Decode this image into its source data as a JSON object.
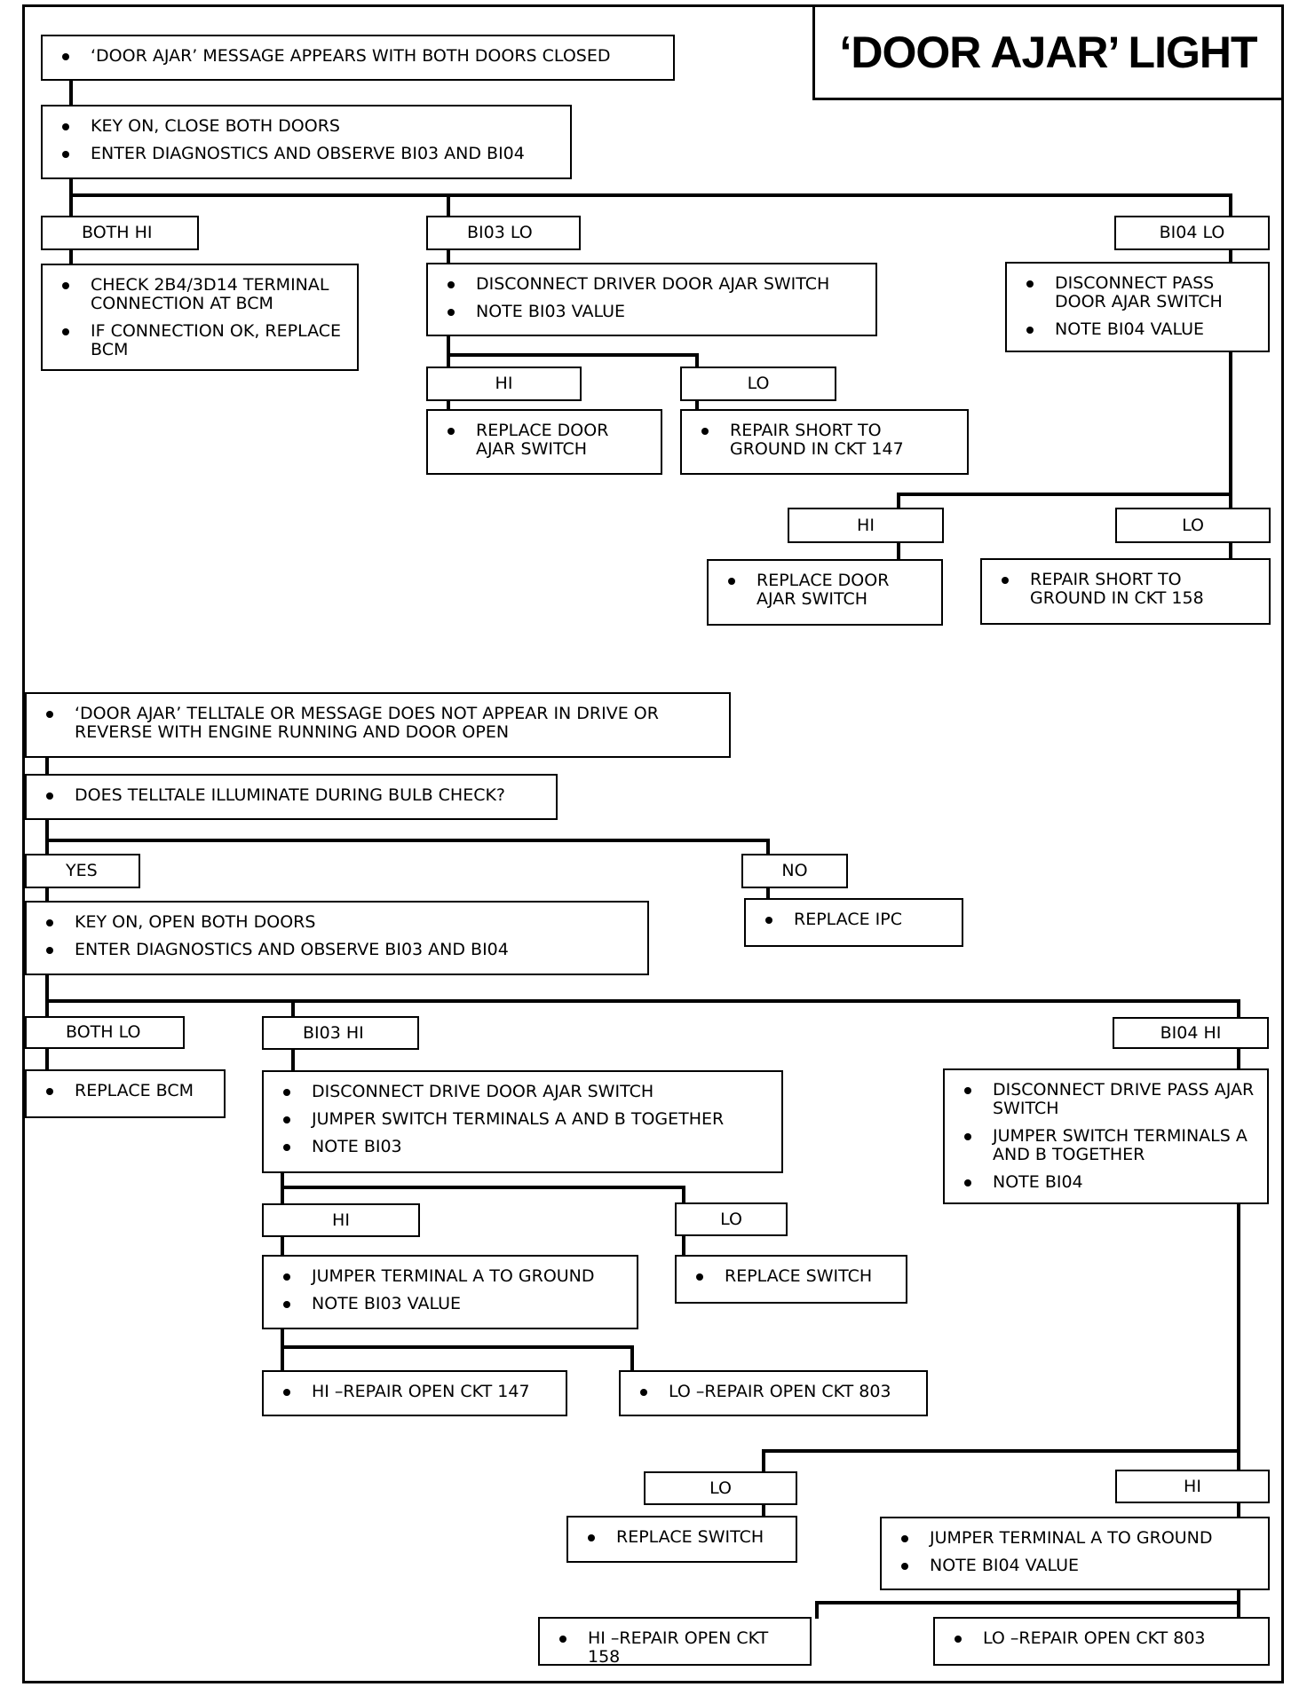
{
  "title": "‘DOOR AJAR’ LIGHT",
  "nodes": {
    "n1": [
      "‘DOOR AJAR’ MESSAGE APPEARS WITH BOTH DOORS CLOSED"
    ],
    "n2": [
      "KEY ON, CLOSE BOTH DOORS",
      "ENTER DIAGNOSTICS AND OBSERVE BI03 AND BI04"
    ],
    "l_both_hi": "BOTH HI",
    "l_bi03_lo": "BI03 LO",
    "l_bi04_lo": "BI04 LO",
    "n3": [
      "CHECK 2B4/3D14 TERMINAL CONNECTION AT BCM",
      "IF CONNECTION OK, REPLACE BCM"
    ],
    "n4": [
      "DISCONNECT DRIVER DOOR AJAR SWITCH",
      "NOTE BI03 VALUE"
    ],
    "n5": [
      "DISCONNECT PASS DOOR AJAR SWITCH",
      "NOTE  BI04 VALUE"
    ],
    "l_hi_1": "HI",
    "l_lo_1": "LO",
    "n6": [
      "REPLACE DOOR AJAR SWITCH"
    ],
    "n7": [
      "REPAIR SHORT TO GROUND IN CKT 147"
    ],
    "l_hi_2": "HI",
    "l_lo_2": "LO",
    "n8": [
      "REPLACE DOOR AJAR SWITCH"
    ],
    "n9": [
      "REPAIR SHORT TO GROUND IN CKT 158"
    ],
    "n10": [
      "‘DOOR AJAR’ TELLTALE OR MESSAGE DOES NOT APPEAR IN DRIVE OR REVERSE WITH ENGINE RUNNING AND DOOR OPEN"
    ],
    "n11": [
      "DOES TELLTALE ILLUMINATE DURING BULB CHECK?"
    ],
    "l_yes": "YES",
    "l_no": "NO",
    "n12": [
      "KEY ON, OPEN BOTH DOORS",
      "ENTER DIAGNOSTICS AND OBSERVE BI03 AND BI04"
    ],
    "n13": [
      "REPLACE  IPC"
    ],
    "l_both_lo": "BOTH LO",
    "l_bi03_hi": "BI03 HI",
    "l_bi04_hi": "BI04 HI",
    "n14": [
      "REPLACE BCM"
    ],
    "n15": [
      "DISCONNECT DRIVE DOOR AJAR SWITCH",
      "JUMPER SWITCH TERMINALS A AND B TOGETHER",
      "NOTE  BI03"
    ],
    "n16": [
      "DISCONNECT DRIVE PASS AJAR SWITCH",
      "JUMPER SWITCH TERMINALS A AND B TOGETHER",
      "NOTE  BI04"
    ],
    "l_hi_3": "HI",
    "l_lo_3": "LO",
    "n17": [
      "JUMPER TERMINAL A TO GROUND",
      "NOTE BI03 VALUE"
    ],
    "n18": [
      "REPLACE SWITCH"
    ],
    "n19": [
      "HI –REPAIR OPEN CKT 147"
    ],
    "n20": [
      "LO –REPAIR OPEN CKT 803"
    ],
    "l_lo_4": "LO",
    "l_hi_4": "HI",
    "n21": [
      "REPLACE SWITCH"
    ],
    "n22": [
      "JUMPER  TERMINAL A TO GROUND",
      "NOTE BI04 VALUE"
    ],
    "n23": [
      "HI –REPAIR OPEN CKT 158"
    ],
    "n24": [
      "LO –REPAIR OPEN CKT 803"
    ]
  }
}
